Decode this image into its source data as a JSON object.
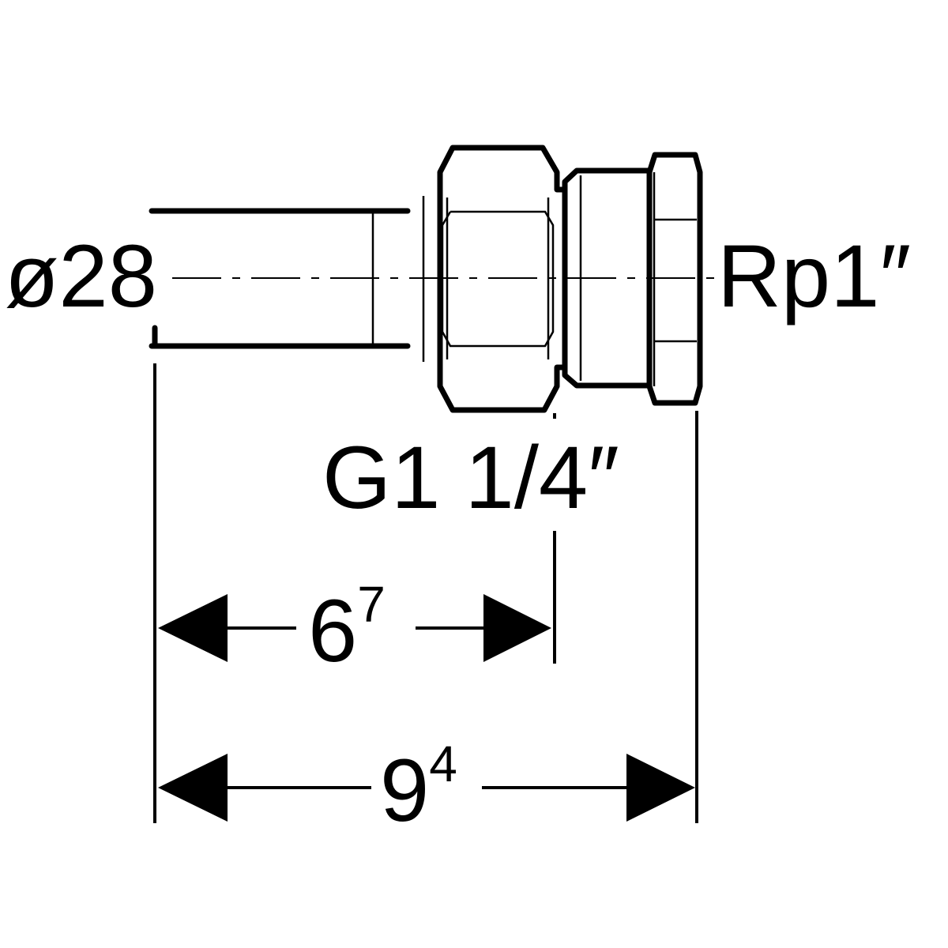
{
  "labels": {
    "pipe_diameter": "ø28",
    "female_thread": "Rp1″",
    "male_thread": "G1 1/4″"
  },
  "dimensions": [
    {
      "id": "length_short",
      "base": "6",
      "sup": "7"
    },
    {
      "id": "length_total",
      "base": "9",
      "sup": "4"
    }
  ],
  "colors": {
    "line": "#000000",
    "background": "#ffffff"
  }
}
